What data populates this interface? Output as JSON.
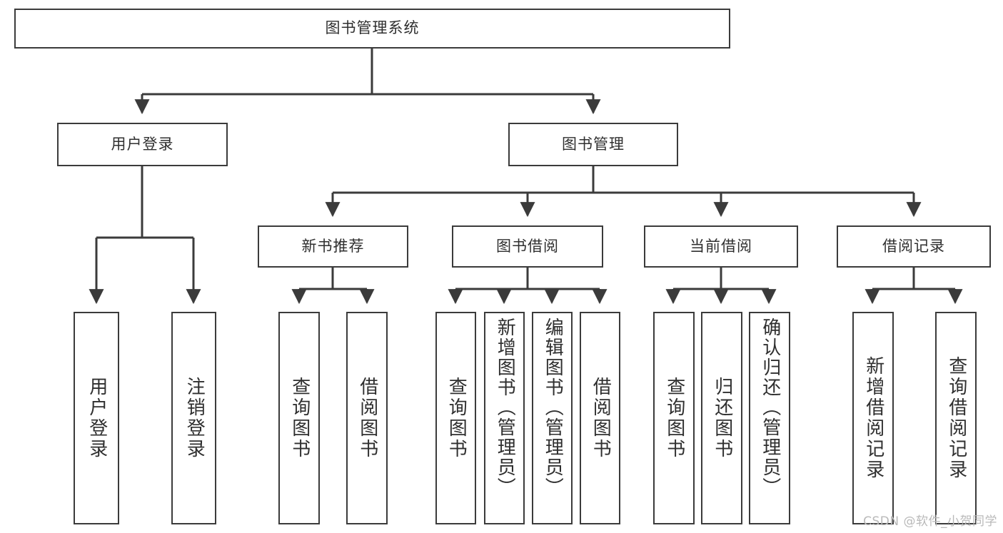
{
  "diagram": {
    "title": "图书管理系统",
    "type": "tree",
    "colors": {
      "background": "#ffffff",
      "box_border": "#3b3b3b",
      "box_fill": "#ffffff",
      "text": "#2f2f2f",
      "connector": "#3b3b3b",
      "watermark": "#b9b9b9"
    },
    "root": {
      "label": "图书管理系统"
    },
    "level1": [
      {
        "label": "用户登录"
      },
      {
        "label": "图书管理"
      }
    ],
    "level2": [
      {
        "label": "新书推荐"
      },
      {
        "label": "图书借阅"
      },
      {
        "label": "当前借阅"
      },
      {
        "label": "借阅记录"
      }
    ],
    "leaves": {
      "user_login": [
        {
          "label": "用户登录"
        },
        {
          "label": "注销登录"
        }
      ],
      "new_book_recommend": [
        {
          "label": "查询图书"
        },
        {
          "label": "借阅图书"
        }
      ],
      "book_borrow": [
        {
          "label": "查询图书"
        },
        {
          "label": "新增图书（管理员）"
        },
        {
          "label": "编辑图书（管理员）"
        },
        {
          "label": "借阅图书"
        }
      ],
      "current_borrow": [
        {
          "label": "查询图书"
        },
        {
          "label": "归还图书"
        },
        {
          "label": "确认归还（管理员）"
        }
      ],
      "borrow_record": [
        {
          "label": "新增借阅记录"
        },
        {
          "label": "查询借阅记录"
        }
      ]
    }
  },
  "watermark": {
    "text": "CSDN @软件_小贺同学"
  }
}
